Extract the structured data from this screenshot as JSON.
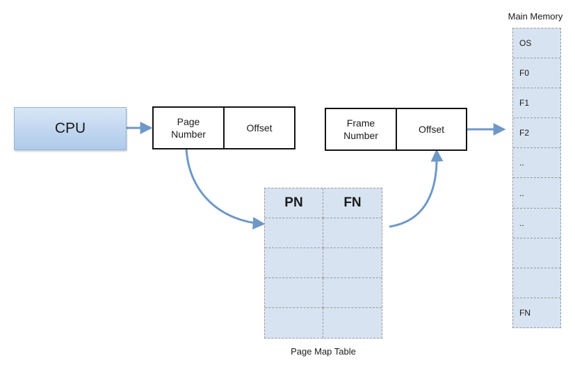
{
  "cpu": {
    "label": "CPU"
  },
  "logical_address": {
    "page_number": "Page\nNumber",
    "offset": "Offset"
  },
  "physical_address": {
    "frame_number": "Frame\nNumber",
    "offset": "Offset"
  },
  "page_map_table": {
    "headers": [
      "PN",
      "FN"
    ],
    "empty_rows": 4,
    "caption": "Page Map Table"
  },
  "main_memory": {
    "title": "Main Memory",
    "rows": [
      "OS",
      "F0",
      "F1",
      "F2",
      "..",
      "..",
      "..",
      "",
      "",
      "FN"
    ]
  },
  "colors": {
    "arrow": "#6f98c8",
    "box_fill": "#d7e3f1",
    "cpu_fill": "#aecaea"
  }
}
